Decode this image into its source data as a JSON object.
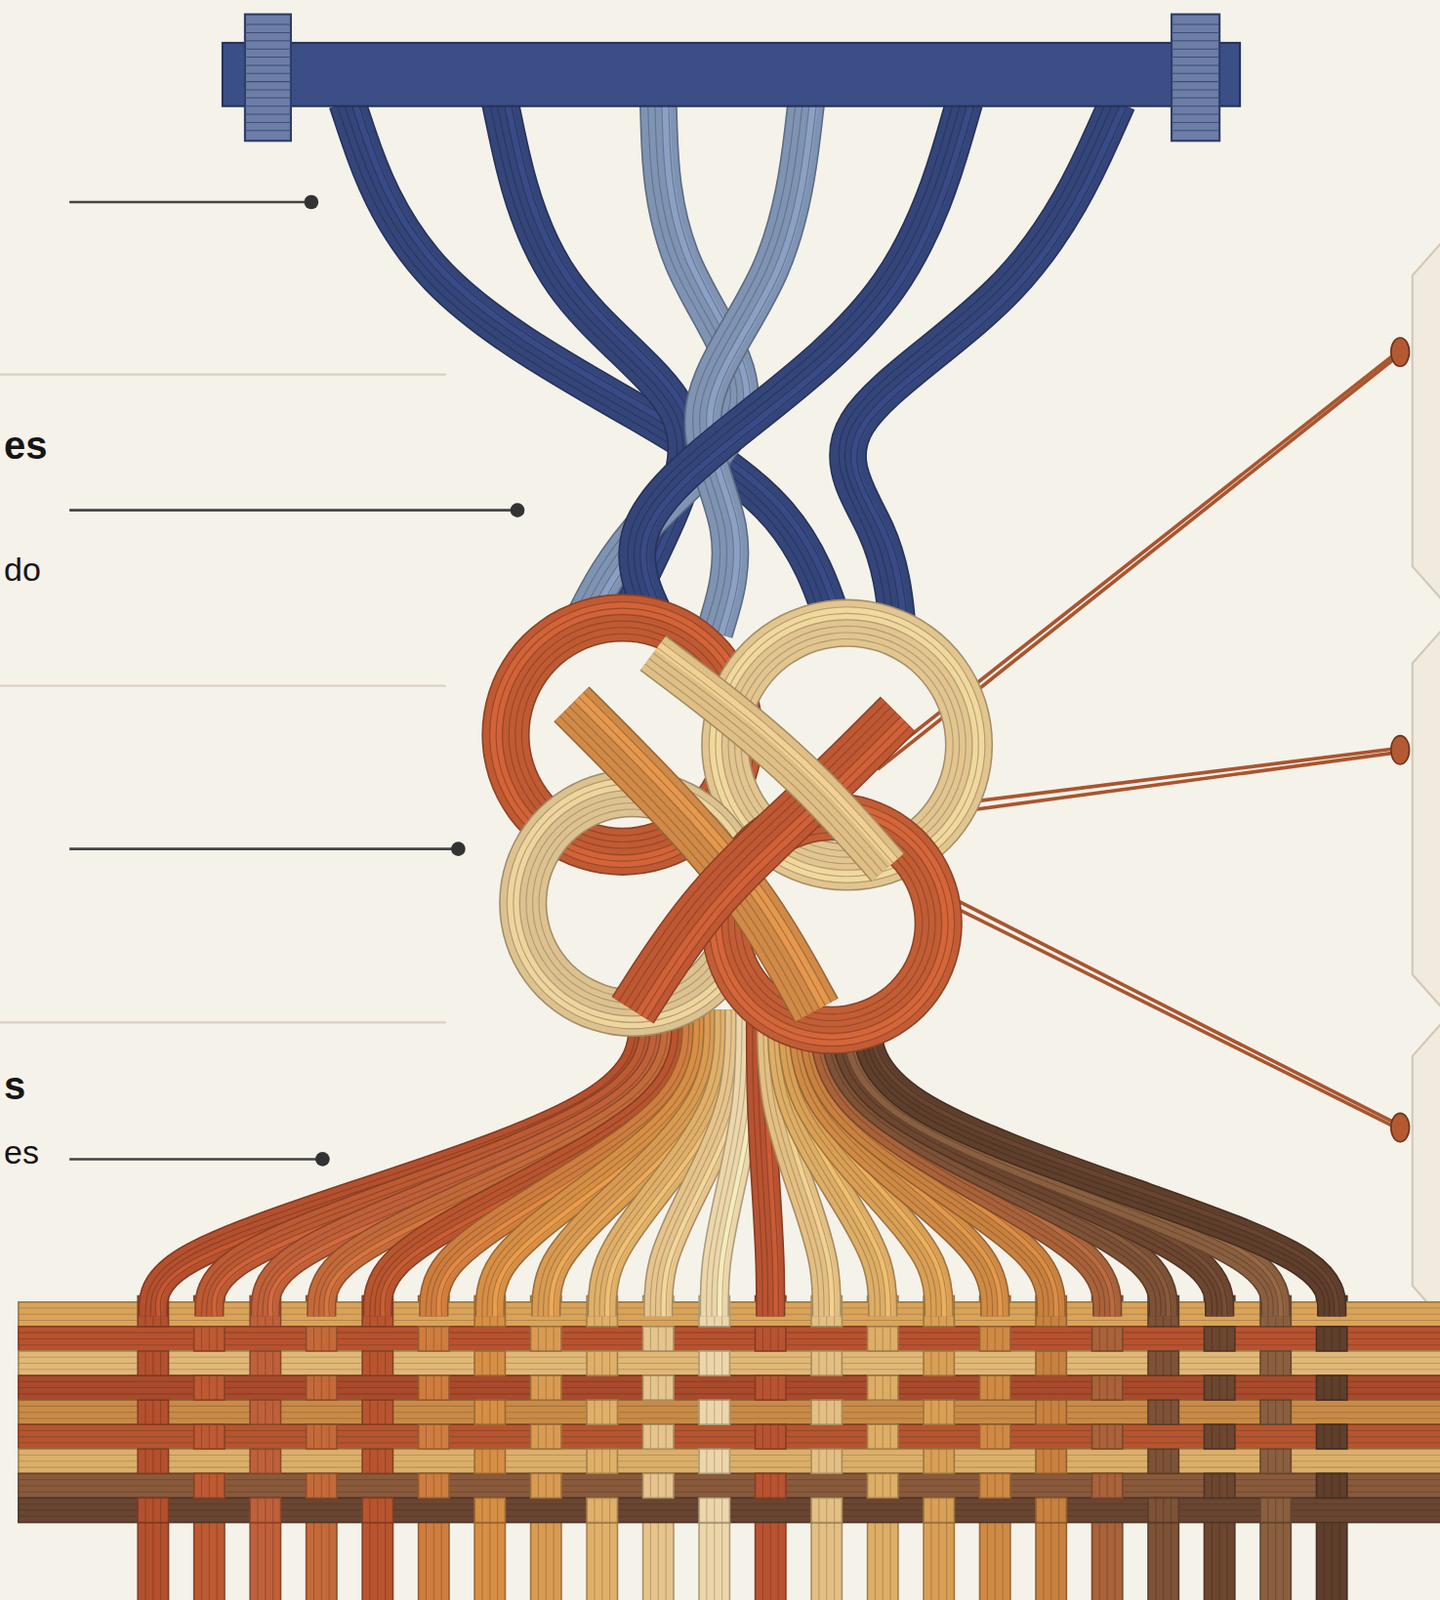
{
  "diagram": {
    "labels": [
      "es",
      "do",
      "s",
      "es"
    ]
  }
}
